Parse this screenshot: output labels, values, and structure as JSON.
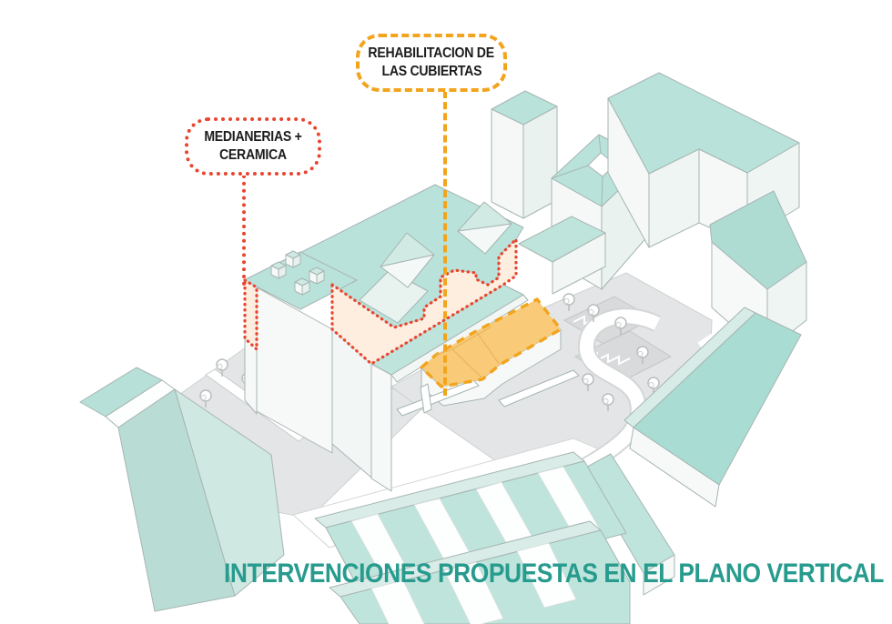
{
  "annotations": {
    "roof_label": {
      "line1": "REHABILITACION DE",
      "line2": "LAS CUBIERTAS"
    },
    "wall_label": {
      "line1": "MEDIANERIAS +",
      "line2": "CERAMICA"
    }
  },
  "caption": {
    "text": "INTERVENCIONES PROPUESTAS EN EL PLANO VERTICAL"
  },
  "palette": {
    "roof_annotation_accent": "#F2A41D",
    "wall_annotation_accent": "#E8452F",
    "caption_color": "#279B8E",
    "building_roof_teal": "#B9E2DA",
    "building_wall_white": "#F5F8F7",
    "highlight_roof_fill": "#F9CB79",
    "highlight_wall_fill": "#FDEEE0",
    "ground_gray": "#E4E5E7"
  }
}
